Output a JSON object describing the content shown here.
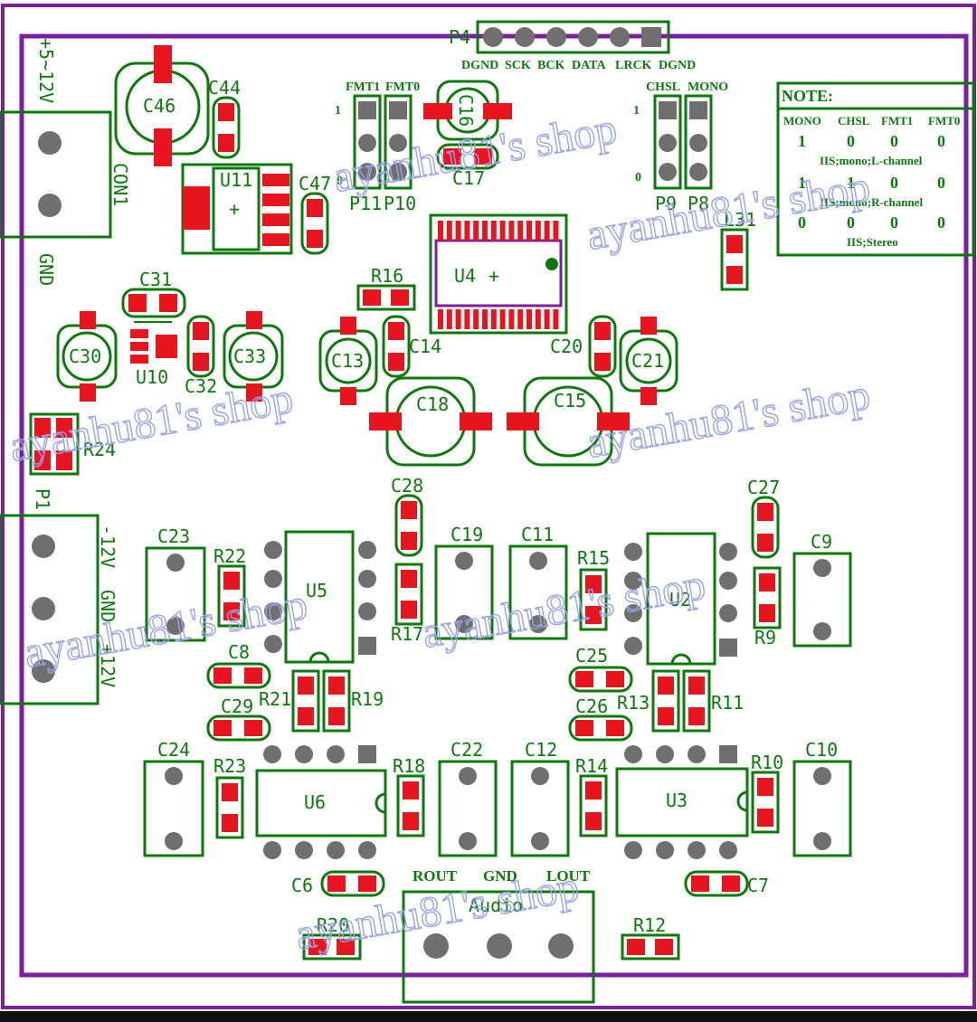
{
  "watermark": "ayanhu81's shop",
  "header": {
    "connector": "P4",
    "pins": [
      "DGND",
      "SCK",
      "BCK",
      "DATA",
      "LRCK",
      "DGND"
    ]
  },
  "power_in": {
    "voltage": "+5~12V",
    "connector": "CON1",
    "ground": "GND"
  },
  "dual_supply": {
    "connector": "P1",
    "labels": [
      "-12V",
      "GND",
      "+12V"
    ]
  },
  "jumpers": {
    "fmt": {
      "labels": [
        "FMT1",
        "FMT0"
      ],
      "one": "1",
      "zero": "0",
      "names": [
        "P11",
        "P10"
      ]
    },
    "ch": {
      "labels": [
        "CHSL",
        "MONO"
      ],
      "one": "1",
      "zero": "0",
      "names": [
        "P9",
        "P8"
      ]
    }
  },
  "note": {
    "title": "NOTE:",
    "headers": [
      "MONO",
      "CHSL",
      "FMT1",
      "FMT0"
    ],
    "rows": [
      {
        "values": [
          "1",
          "0",
          "0",
          "0"
        ],
        "desc": "IIS;mono;L-channel"
      },
      {
        "values": [
          "1",
          "1",
          "0",
          "0"
        ],
        "desc": "IIS;mono;R-channel"
      },
      {
        "values": [
          "0",
          "0",
          "0",
          "0"
        ],
        "desc": "IIS;Stereo"
      }
    ]
  },
  "chips": [
    "U4",
    "U11",
    "U10",
    "U5",
    "U2",
    "U6",
    "U3"
  ],
  "audio": {
    "label": "Audio",
    "pins": [
      "ROUT",
      "GND",
      "LOUT"
    ]
  },
  "components": {
    "caps_round": [
      "C46",
      "C16",
      "C30",
      "C33",
      "C13",
      "C21",
      "C18",
      "C15"
    ],
    "caps_smd": [
      "C44",
      "C47",
      "C17",
      "C31",
      "C32",
      "C14",
      "C20",
      "C28",
      "C27",
      "C8",
      "C29",
      "C25",
      "C26",
      "C6",
      "C7"
    ],
    "caps_film": [
      "C23",
      "C19",
      "C11",
      "C9",
      "C24",
      "C22",
      "C12",
      "C10"
    ],
    "resistors": [
      "R16",
      "R24",
      "R22",
      "R17",
      "R15",
      "R9",
      "R21",
      "R19",
      "R13",
      "R11",
      "R23",
      "R18",
      "R14",
      "R10",
      "R20",
      "R12"
    ],
    "inductor": "L31"
  },
  "colors": {
    "board": "#7b1fa2",
    "silk": "#0b7a0b",
    "pad": "#e8141e",
    "hole": "#6f6f6f",
    "watermark": "#9aa3e6"
  }
}
